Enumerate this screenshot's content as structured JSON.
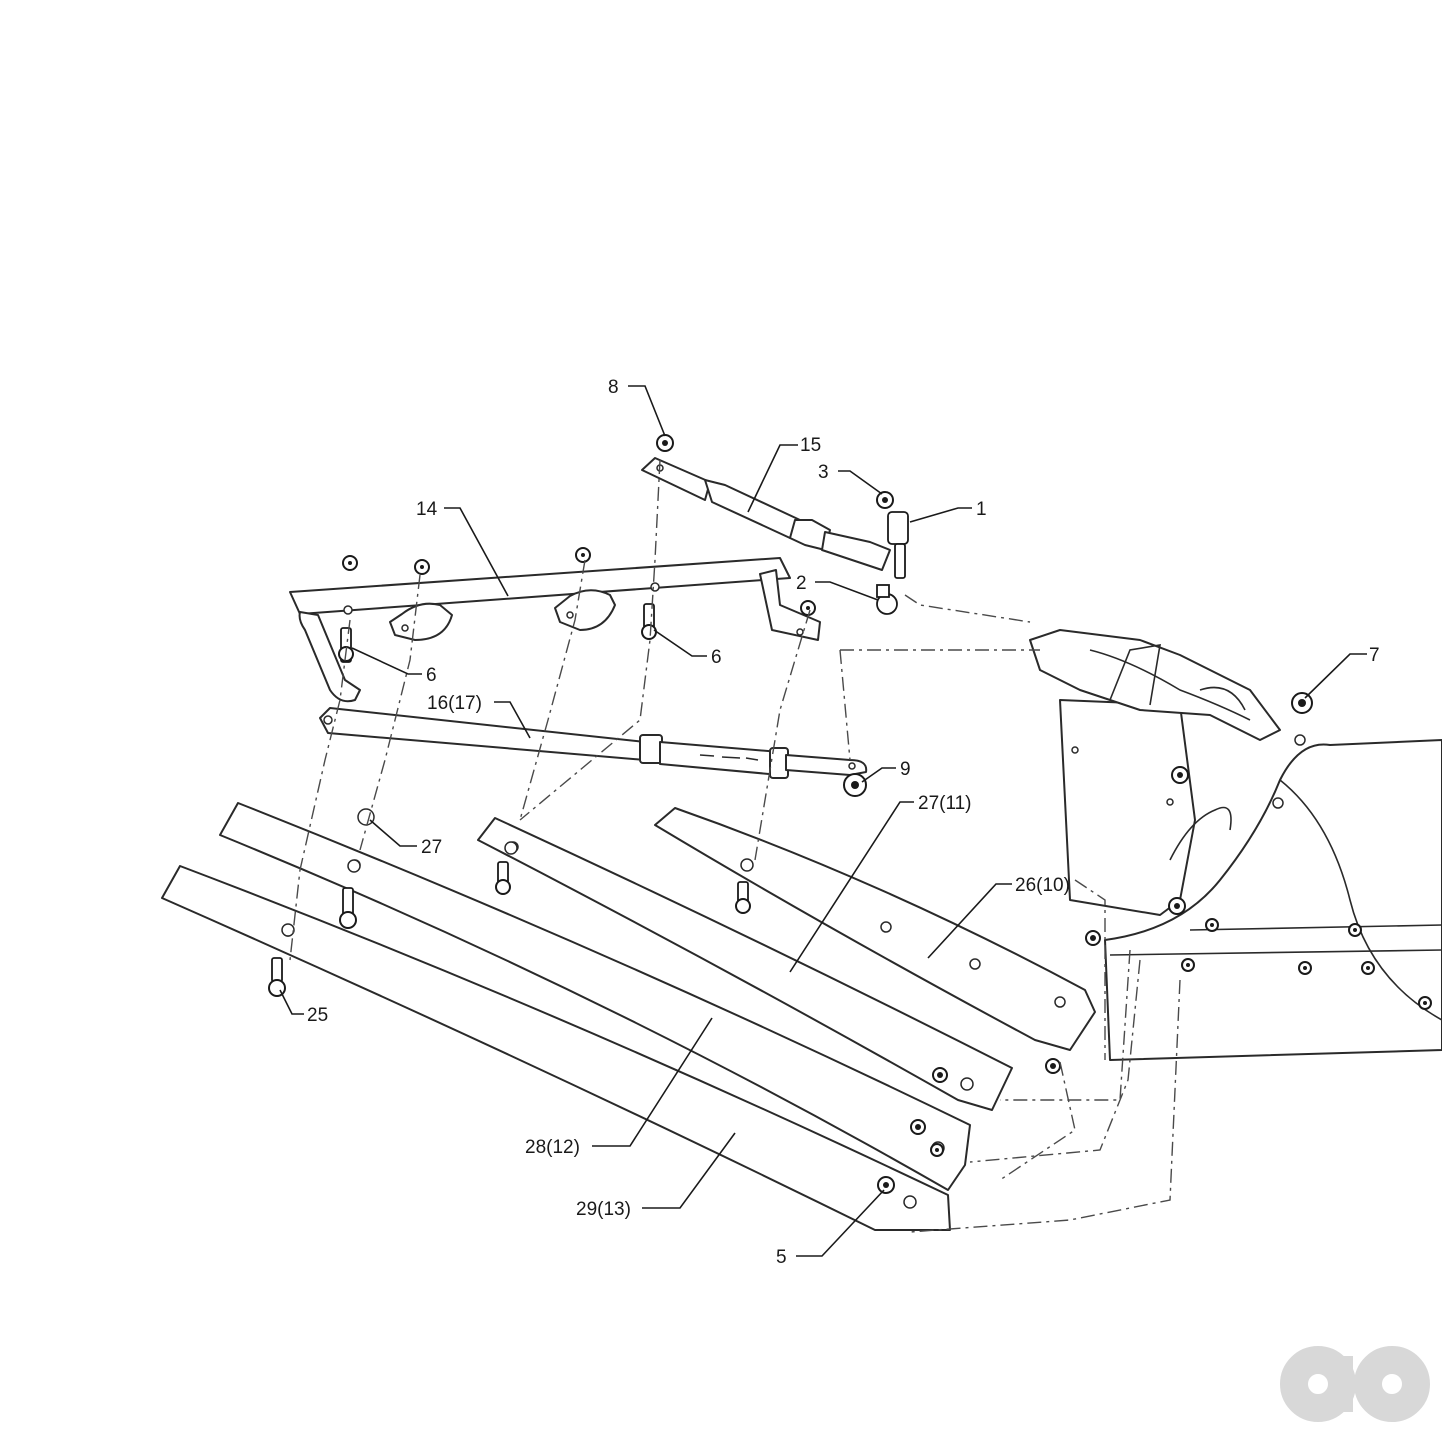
{
  "callouts": [
    {
      "id": "c1",
      "label": "1"
    },
    {
      "id": "c2",
      "label": "2"
    },
    {
      "id": "c3",
      "label": "3"
    },
    {
      "id": "c5",
      "label": "5"
    },
    {
      "id": "c6a",
      "label": "6"
    },
    {
      "id": "c6b",
      "label": "6"
    },
    {
      "id": "c7",
      "label": "7"
    },
    {
      "id": "c8",
      "label": "8"
    },
    {
      "id": "c9",
      "label": "9"
    },
    {
      "id": "c14",
      "label": "14"
    },
    {
      "id": "c15",
      "label": "15"
    },
    {
      "id": "c16",
      "label": "16(17)"
    },
    {
      "id": "c25",
      "label": "25"
    },
    {
      "id": "c26",
      "label": "26(10)"
    },
    {
      "id": "c27a",
      "label": "27(11)"
    },
    {
      "id": "c27b",
      "label": "27"
    },
    {
      "id": "c28",
      "label": "28(12)"
    },
    {
      "id": "c29",
      "label": "29(13)"
    }
  ],
  "logo": {
    "text": "ao",
    "color": "#d8d8d8"
  }
}
